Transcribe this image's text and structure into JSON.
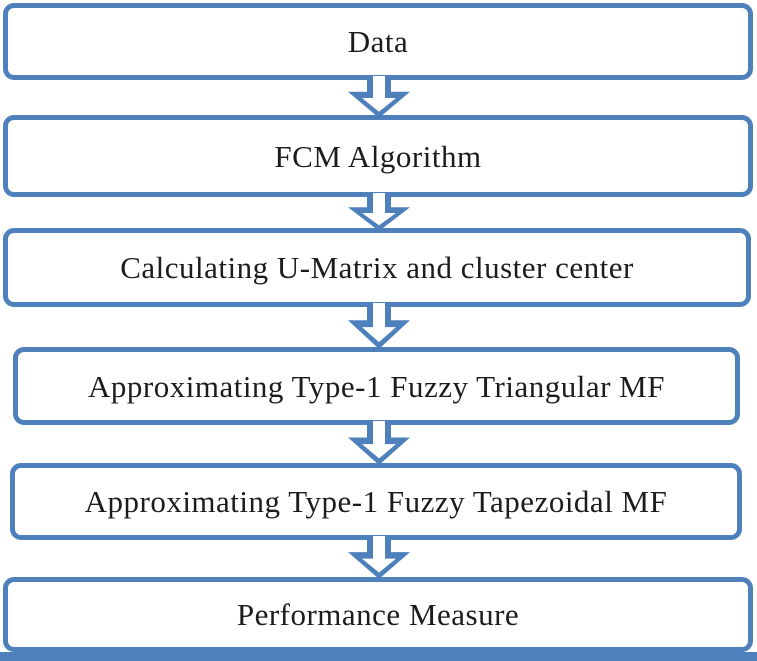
{
  "diagram": {
    "type": "flowchart",
    "direction": "top-to-bottom",
    "steps": [
      {
        "label": "Data"
      },
      {
        "label": "FCM Algorithm"
      },
      {
        "label": "Calculating U-Matrix and cluster center"
      },
      {
        "label": "Approximating Type-1 Fuzzy Triangular MF"
      },
      {
        "label": "Approximating Type-1 Fuzzy Tapezoidal MF"
      },
      {
        "label": "Performance Measure"
      }
    ],
    "connector": "down-block-arrow",
    "colors": {
      "accent": "#4E80BC",
      "box_fill": "#FFFFFF",
      "arrow_inner": "#FFFFFF",
      "text": "#1C1C1C",
      "background": "#FFFFFF"
    }
  }
}
